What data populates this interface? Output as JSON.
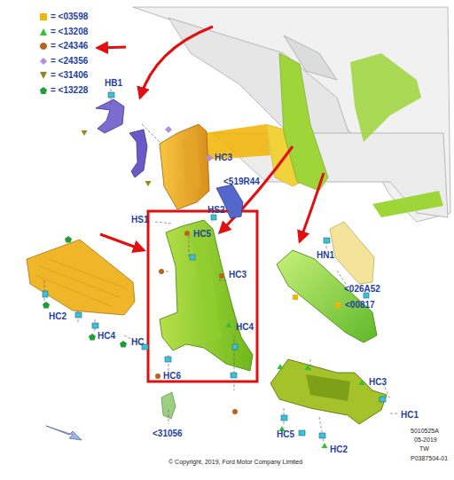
{
  "diagram": {
    "labels": [
      "HB1",
      "HC3",
      "<519R44",
      "HS2",
      "HS1",
      "HC5",
      "HC3",
      "HC4",
      "HC6",
      "HC",
      "HC2",
      "HC4",
      "HN1",
      "<026A52",
      "<00817",
      "<31056",
      "HC3",
      "HC1",
      "HC5",
      "HC2",
      "© Copyright, 2019, Ford Motor Company Limited",
      "5010525A",
      "05-2019",
      "TW",
      "P0387504-01"
    ],
    "legend": [
      {
        "text": "= <03598",
        "color": "#f2b400"
      },
      {
        "text": "= <13208",
        "color": "#2fc42f"
      },
      {
        "text": "= <24346",
        "color": "#b8651b"
      },
      {
        "text": "= <24356",
        "color": "#b48ee0"
      },
      {
        "text": "= <31406",
        "color": "#8c8c1a"
      },
      {
        "text": "= <13228",
        "color": "#1e9e3a"
      }
    ]
  }
}
